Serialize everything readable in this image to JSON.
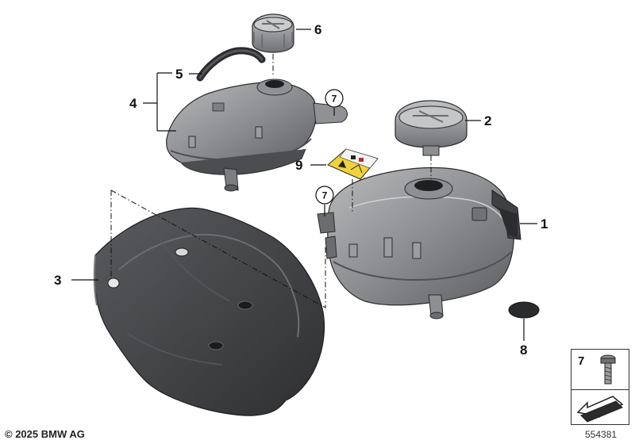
{
  "diagram": {
    "callouts": [
      {
        "id": "c1",
        "label": "1"
      },
      {
        "id": "c2",
        "label": "2"
      },
      {
        "id": "c3",
        "label": "3"
      },
      {
        "id": "c4",
        "label": "4"
      },
      {
        "id": "c5",
        "label": "5"
      },
      {
        "id": "c6",
        "label": "6"
      },
      {
        "id": "c7a",
        "label": "7"
      },
      {
        "id": "c7b",
        "label": "7"
      },
      {
        "id": "c8",
        "label": "8"
      },
      {
        "id": "c9",
        "label": "9"
      }
    ],
    "legend_item": "7",
    "copyright": "© 2025 BMW AG",
    "diagram_number": "554381"
  },
  "colors": {
    "part_dark": "#3c3d40",
    "part_mid": "#6e7073",
    "part_light": "#a9abad",
    "label_yellow": "#f2d23c",
    "line": "#111111"
  }
}
